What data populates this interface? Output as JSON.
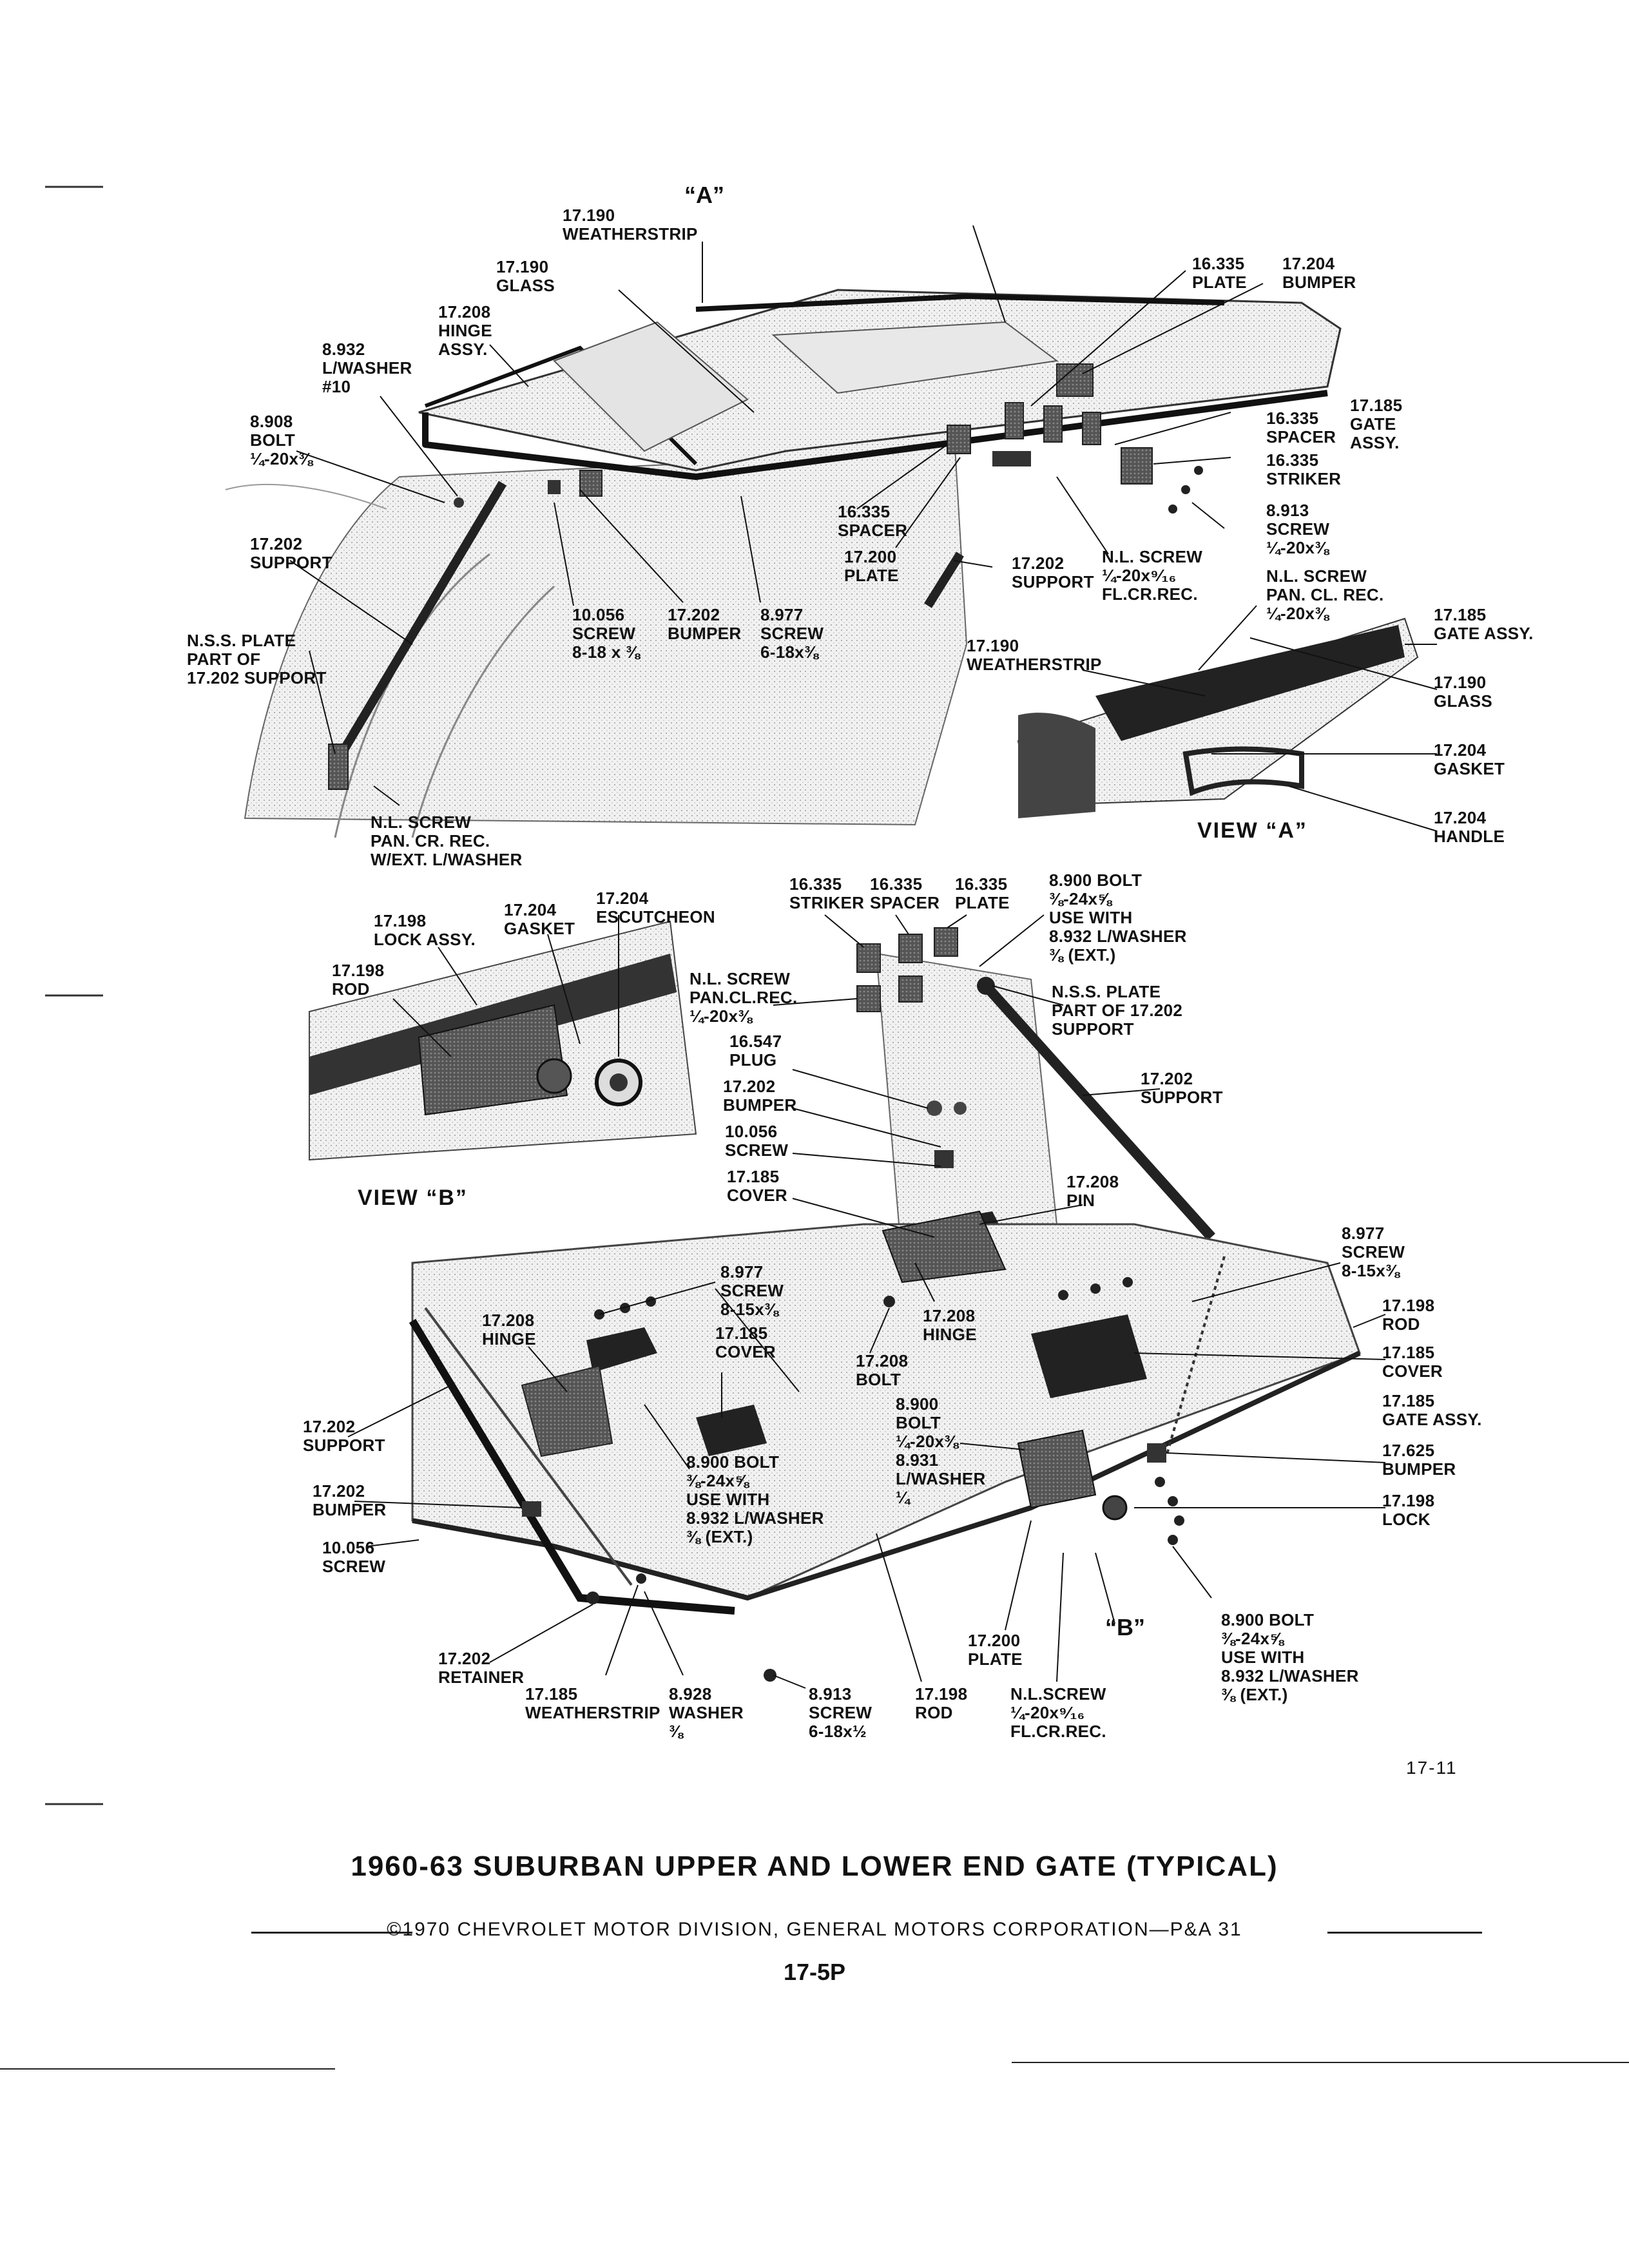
{
  "labels": {
    "a_marker": "“A”",
    "b_marker": "“B”",
    "top": [
      {
        "lines": [
          "17.190",
          "WEATHERSTRIP"
        ]
      },
      {
        "lines": [
          "17.190",
          "GLASS"
        ]
      },
      {
        "lines": [
          "17.208",
          "HINGE",
          "ASSY."
        ]
      },
      {
        "lines": [
          "8.932",
          "L/WASHER",
          "#10"
        ]
      },
      {
        "lines": [
          "8.908",
          "BOLT",
          "¼-20x⅜"
        ]
      },
      {
        "lines": [
          "17.202",
          "SUPPORT"
        ]
      },
      {
        "lines": [
          "N.S.S. PLATE",
          "PART OF",
          "17.202 SUPPORT"
        ]
      },
      {
        "lines": [
          "10.056",
          "SCREW",
          "8-18 x ⅜"
        ]
      },
      {
        "lines": [
          "17.202",
          "BUMPER"
        ]
      },
      {
        "lines": [
          "8.977",
          "SCREW",
          "6-18x⅜"
        ]
      },
      {
        "lines": [
          "16.335",
          "SPACER"
        ]
      },
      {
        "lines": [
          "17.200",
          "PLATE"
        ]
      },
      {
        "lines": [
          "17.202",
          "SUPPORT"
        ]
      },
      {
        "lines": [
          "N.L. SCREW",
          "¼-20x⁹⁄₁₆",
          "FL.CR.REC."
        ]
      },
      {
        "lines": [
          "16.335",
          "PLATE"
        ]
      },
      {
        "lines": [
          "17.204",
          "BUMPER"
        ]
      },
      {
        "lines": [
          "16.335",
          "SPACER"
        ]
      },
      {
        "lines": [
          "17.185",
          "GATE",
          "ASSY."
        ]
      },
      {
        "lines": [
          "16.335",
          "STRIKER"
        ]
      },
      {
        "lines": [
          "8.913",
          "SCREW",
          "¼-20x⅜"
        ]
      },
      {
        "lines": [
          "N.L. SCREW",
          "PAN. CL. REC.",
          "¼-20x⅜"
        ]
      },
      {
        "lines": [
          "N.L. SCREW",
          "PAN. CR. REC.",
          "W/EXT. L/WASHER"
        ]
      }
    ],
    "view_a": [
      {
        "lines": [
          "17.190",
          "WEATHERSTRIP"
        ]
      },
      {
        "lines": [
          "17.185",
          "GATE ASSY."
        ]
      },
      {
        "lines": [
          "17.190",
          "GLASS"
        ]
      },
      {
        "lines": [
          "17.204",
          "GASKET"
        ]
      },
      {
        "lines": [
          "17.204",
          "HANDLE"
        ]
      }
    ],
    "view_b": [
      {
        "lines": [
          "17.198",
          "LOCK ASSY."
        ]
      },
      {
        "lines": [
          "17.204",
          "GASKET"
        ]
      },
      {
        "lines": [
          "17.204",
          "ESCUTCHEON"
        ]
      },
      {
        "lines": [
          "17.198",
          "ROD"
        ]
      }
    ],
    "middle": [
      {
        "lines": [
          "16.335",
          "STRIKER"
        ]
      },
      {
        "lines": [
          "16.335",
          "SPACER"
        ]
      },
      {
        "lines": [
          "16.335",
          "PLATE"
        ]
      },
      {
        "lines": [
          "8.900 BOLT",
          "⅜-24x⅝",
          "USE WITH",
          "8.932 L/WASHER",
          "⅜ (EXT.)"
        ]
      },
      {
        "lines": [
          "N.L. SCREW",
          "PAN.CL.REC.",
          "¼-20x⅜"
        ]
      },
      {
        "lines": [
          "N.S.S. PLATE",
          "PART OF 17.202",
          "SUPPORT"
        ]
      },
      {
        "lines": [
          "16.547",
          "PLUG"
        ]
      },
      {
        "lines": [
          "17.202",
          "SUPPORT"
        ]
      },
      {
        "lines": [
          "17.202",
          "BUMPER"
        ]
      },
      {
        "lines": [
          "10.056",
          "SCREW"
        ]
      },
      {
        "lines": [
          "17.185",
          "COVER"
        ]
      },
      {
        "lines": [
          "17.208",
          "PIN"
        ]
      }
    ],
    "bottom": [
      {
        "lines": [
          "8.977",
          "SCREW",
          "8-15x⅜"
        ]
      },
      {
        "lines": [
          "17.208",
          "HINGE"
        ]
      },
      {
        "lines": [
          "17.185",
          "COVER"
        ]
      },
      {
        "lines": [
          "17.208",
          "HINGE"
        ]
      },
      {
        "lines": [
          "17.208",
          "BOLT"
        ]
      },
      {
        "lines": [
          "8.977",
          "SCREW",
          "8-15x⅜"
        ]
      },
      {
        "lines": [
          "17.198",
          "ROD"
        ]
      },
      {
        "lines": [
          "17.185",
          "COVER"
        ]
      },
      {
        "lines": [
          "17.185",
          "GATE ASSY."
        ]
      },
      {
        "lines": [
          "17.625",
          "BUMPER"
        ]
      },
      {
        "lines": [
          "17.198",
          "LOCK"
        ]
      },
      {
        "lines": [
          "17.202",
          "SUPPORT"
        ]
      },
      {
        "lines": [
          "17.202",
          "BUMPER"
        ]
      },
      {
        "lines": [
          "10.056",
          "SCREW"
        ]
      },
      {
        "lines": [
          "8.900 BOLT",
          "⅜-24x⅝",
          "USE WITH",
          "8.932 L/WASHER",
          "⅜ (EXT.)"
        ]
      },
      {
        "lines": [
          "8.900",
          "BOLT",
          "¼-20x⅜",
          "8.931",
          "L/WASHER",
          "¼"
        ]
      },
      {
        "lines": [
          "17.202",
          "RETAINER"
        ]
      },
      {
        "lines": [
          "17.185",
          "WEATHERSTRIP"
        ]
      },
      {
        "lines": [
          "8.928",
          "WASHER",
          "⅜"
        ]
      },
      {
        "lines": [
          "8.913",
          "SCREW",
          "6-18x½"
        ]
      },
      {
        "lines": [
          "17.198",
          "ROD"
        ]
      },
      {
        "lines": [
          "17.200",
          "PLATE"
        ]
      },
      {
        "lines": [
          "N.L.SCREW",
          "¼-20x⁹⁄₁₆",
          "FL.CR.REC."
        ]
      },
      {
        "lines": [
          "8.900 BOLT",
          "⅜-24x⅝",
          "USE WITH",
          "8.932 L/WASHER",
          "⅜ (EXT.)"
        ]
      }
    ]
  },
  "views": {
    "a": "VIEW “A”",
    "b": "VIEW “B”"
  },
  "page_number": "17-11",
  "title": "1960-63 SUBURBAN UPPER AND LOWER END GATE (TYPICAL)",
  "copyright": "©1970 CHEVROLET MOTOR DIVISION, GENERAL MOTORS CORPORATION—P&A 31",
  "section_number": "17-5P"
}
